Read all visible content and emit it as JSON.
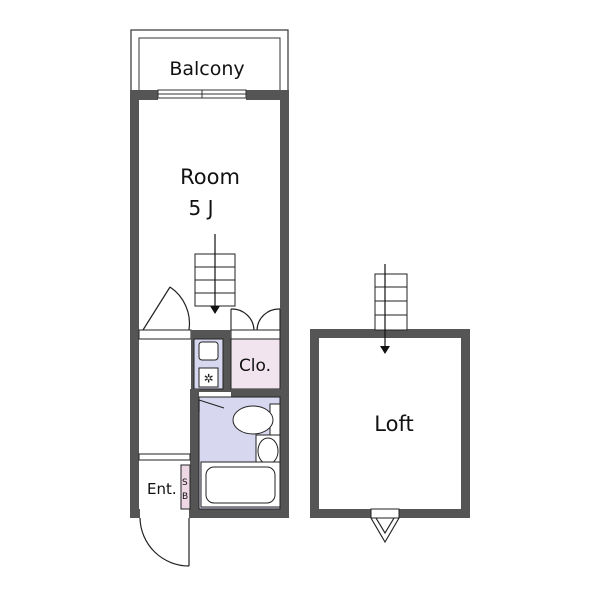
{
  "labels": {
    "balcony": "Balcony",
    "room": "Room",
    "room_size": "5 J",
    "closet": "Clo.",
    "loft": "Loft",
    "entrance": "Ent.",
    "shoe_box_top": "S",
    "shoe_box_bottom": "B"
  },
  "colors": {
    "wall": "#555555",
    "closet_fill": "#f2e4ee",
    "bath_fill": "#d7d7ef",
    "kitchen_fill": "#d7d7ef",
    "shoe_box_fill": "#eed8e6"
  }
}
